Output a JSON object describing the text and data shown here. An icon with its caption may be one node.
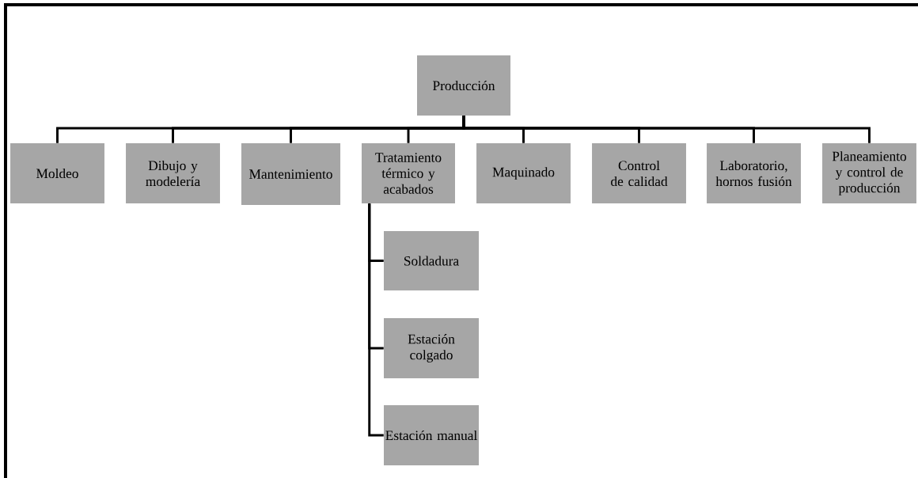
{
  "diagram": {
    "nodes": [
      {
        "text": [
          "Producción"
        ]
      },
      {
        "text": [
          "Moldeo"
        ]
      },
      {
        "text": [
          "Dibujo y modelería"
        ]
      },
      {
        "text": [
          "Mantenimiento"
        ]
      },
      {
        "text": [
          "Tratamiento térmico y acabados"
        ]
      },
      {
        "text": [
          "Maquinado"
        ]
      },
      {
        "text": [
          "Control de calidad"
        ]
      },
      {
        "text": [
          "Laboratorio, hornos fusión"
        ]
      },
      {
        "text": [
          "Planeamiento y control de producción"
        ]
      },
      {
        "text": [
          "Soldadura"
        ]
      },
      {
        "text": [
          "Estación colgado"
        ]
      },
      {
        "text": [
          "Estación manual"
        ]
      }
    ],
    "edges": [
      {
        "from": 0,
        "to": 1,
        "arrow": "none"
      },
      {
        "from": 0,
        "to": 2,
        "arrow": "none"
      },
      {
        "from": 0,
        "to": 3,
        "arrow": "none"
      },
      {
        "from": 0,
        "to": 4,
        "arrow": "none"
      },
      {
        "from": 0,
        "to": 5,
        "arrow": "none"
      },
      {
        "from": 0,
        "to": 6,
        "arrow": "none"
      },
      {
        "from": 0,
        "to": 7,
        "arrow": "none"
      },
      {
        "from": 0,
        "to": 8,
        "arrow": "none"
      },
      {
        "from": 4,
        "to": 9,
        "arrow": "none"
      },
      {
        "from": 4,
        "to": 10,
        "arrow": "none"
      },
      {
        "from": 4,
        "to": 11,
        "arrow": "none"
      }
    ]
  }
}
